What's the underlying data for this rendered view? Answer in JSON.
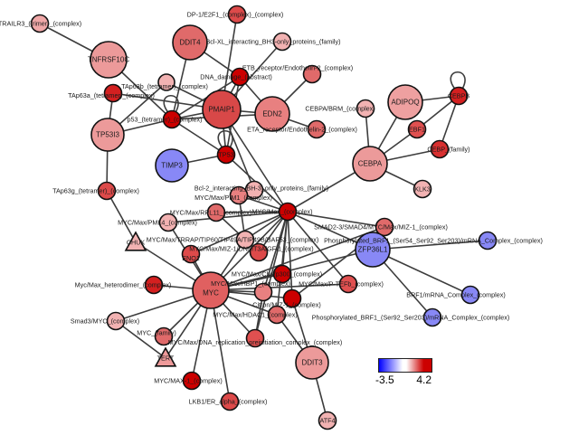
{
  "legend": {
    "min_label": "-3.5",
    "max_label": "4.2",
    "min_color": "#0000ff",
    "mid_color": "#ffffff",
    "max_color": "#cc0000"
  },
  "nodes": [
    {
      "id": "TRAILR3",
      "label": "TRAILR3_(trimer)_(complex)",
      "shape": "circle",
      "size": "small",
      "color": "#f0a8a8"
    },
    {
      "id": "TNFRSF10C",
      "label": "TNFRSF10C",
      "shape": "circle",
      "size": "large",
      "color": "#ec9a9a"
    },
    {
      "id": "DDIT4",
      "label": "DDIT4",
      "shape": "circle",
      "size": "large",
      "color": "#e06a6a"
    },
    {
      "id": "DP1E2F1",
      "label": "DP-1/E2F1_(complex)_(complex)",
      "shape": "circle",
      "size": "small",
      "color": "#dd4a4a"
    },
    {
      "id": "BclXL",
      "label": "Bcl-XL_interacting_BH3-only_proteins_(family)",
      "shape": "circle",
      "size": "small",
      "color": "#f2b2b2"
    },
    {
      "id": "TAp63b",
      "label": "TAp63b_(tetramer)_(complex)",
      "shape": "circle",
      "size": "small",
      "color": "#f2b2b2"
    },
    {
      "id": "DNAdamage",
      "label": "DNA_damage_(abstract)",
      "shape": "circle",
      "size": "small",
      "color": "#cc0000"
    },
    {
      "id": "ETB",
      "label": "ETB_receptor/Endothelin-2_(complex)",
      "shape": "circle",
      "size": "small",
      "color": "#e06a6a"
    },
    {
      "id": "TAp63a",
      "label": "TAp63a_(tetramer)_(complex)",
      "shape": "circle",
      "size": "small",
      "color": "#d42020"
    },
    {
      "id": "PMAIP1",
      "label": "PMAIP1",
      "shape": "circle",
      "size": "large",
      "color": "#d84848"
    },
    {
      "id": "EDN2",
      "label": "EDN2",
      "shape": "circle",
      "size": "large",
      "color": "#e88080"
    },
    {
      "id": "p53",
      "label": "p53_(tetramer)_(complex)",
      "shape": "circle",
      "size": "small",
      "color": "#cc0000"
    },
    {
      "id": "ETA",
      "label": "ETA_receptor/Endothelin-2_(complex)",
      "shape": "circle",
      "size": "small",
      "color": "#e06a6a"
    },
    {
      "id": "TP53I3",
      "label": "TP53I3",
      "shape": "circle",
      "size": "large",
      "color": "#ec9a9a"
    },
    {
      "id": "TIMP3",
      "label": "TIMP3",
      "shape": "circle",
      "size": "large",
      "color": "#8888f6"
    },
    {
      "id": "TP53",
      "label": "TP53",
      "shape": "circle",
      "size": "small",
      "color": "#cc0000"
    },
    {
      "id": "CEBPABRM",
      "label": "CEBPA/BRM_(complex)",
      "shape": "circle",
      "size": "small",
      "color": "#f2b2b2"
    },
    {
      "id": "ADIPOQ",
      "label": "ADIPOQ",
      "shape": "circle",
      "size": "large",
      "color": "#eea0a0"
    },
    {
      "id": "CEBPB",
      "label": "CEBPB",
      "shape": "circle",
      "size": "small",
      "color": "#d42020"
    },
    {
      "id": "EBF1",
      "label": "EBF1",
      "shape": "circle",
      "size": "small",
      "color": "#e05050"
    },
    {
      "id": "CEBP",
      "label": "CEBP_(family)",
      "shape": "circle",
      "size": "small",
      "color": "#d83030"
    },
    {
      "id": "CEBPA",
      "label": "CEBPA",
      "shape": "circle",
      "size": "large",
      "color": "#ec9a9a"
    },
    {
      "id": "KLK3",
      "label": "KLK3",
      "shape": "circle",
      "size": "small",
      "color": "#f2b2b2"
    },
    {
      "id": "Bcl2",
      "label": "Bcl-2_interacting_BH-3_only_proteins_(family)",
      "shape": "circle",
      "size": "small",
      "color": "#f2b2b2"
    },
    {
      "id": "TAp63g",
      "label": "TAp63g_(tetramer)_(complex)",
      "shape": "circle",
      "size": "small",
      "color": "#dd4a4a"
    },
    {
      "id": "MYCMaxPIM1",
      "label": "MYC/Max/PIM1_(complex)",
      "shape": "circle",
      "size": "small",
      "color": "#e88080"
    },
    {
      "id": "MYCMax",
      "label": "MYC/Max_(complex)",
      "shape": "circle",
      "size": "small",
      "color": "#cc0000"
    },
    {
      "id": "MYCMaxRPL11",
      "label": "MYC/Max/RPL11_(complex)",
      "shape": "circle",
      "size": "small",
      "color": "#e06a6a"
    },
    {
      "id": "MYCMaxPML4",
      "label": "MYC/Max/PML4_(complex)",
      "shape": "circle",
      "size": "small",
      "color": "#f2b2b2"
    },
    {
      "id": "SMAD",
      "label": "SMAD2-3/SMAD4/MYC/Max/MIZ-1_(complex)",
      "shape": "circle",
      "size": "small",
      "color": "#e06a6a"
    },
    {
      "id": "CHUK",
      "label": "CHUK",
      "shape": "triangle",
      "size": "small",
      "color": "#f2b2b2"
    },
    {
      "id": "MYCMaxTRRAP",
      "label": "MYC/Max/TRRAP/TIP60/TIP49A/TIP49B/BAF53_(complex)",
      "shape": "circle",
      "size": "small",
      "color": "#f2b2b2"
    },
    {
      "id": "ZFP36L1",
      "label": "ZFP36L1",
      "shape": "circle",
      "size": "large",
      "color": "#8888f6"
    },
    {
      "id": "PhosBRF1a",
      "label": "Phosphorylated_BRF1_(Ser54_Ser92_Ser203)/mRNA_Complex_(complex)",
      "shape": "circle",
      "size": "small",
      "color": "#8888f6"
    },
    {
      "id": "ENO1",
      "label": "ENO1",
      "shape": "circle",
      "size": "small",
      "color": "#dd4a4a"
    },
    {
      "id": "MYCMaxMIZ",
      "label": "MYC/Max/MIZ-1/DNMT3A/GFI1_(complex)",
      "shape": "circle",
      "size": "small",
      "color": "#dd4a4a"
    },
    {
      "id": "MycMaxHetero",
      "label": "Myc/Max_heterodimer_(complex)",
      "shape": "circle",
      "size": "small",
      "color": "#d42020"
    },
    {
      "id": "MYCMaxCbp",
      "label": "MYC/Max/Cbp/p300_(complex)",
      "shape": "circle",
      "size": "small",
      "color": "#cc0000"
    },
    {
      "id": "MYCMaxPTEFB",
      "label": "MYC/Max/P-TEFb_(complex)",
      "shape": "circle",
      "size": "small",
      "color": "#e05050"
    },
    {
      "id": "MYC",
      "label": "MYC",
      "shape": "circle",
      "size": "xlarge",
      "color": "#e06060"
    },
    {
      "id": "MYCMaxHBP1",
      "label": "MYC/Max/HBP1_(complex)",
      "shape": "circle",
      "size": "small",
      "color": "#e88080"
    },
    {
      "id": "CitronMIZ1",
      "label": "Citron/MIZ-1_(complex)",
      "shape": "circle",
      "size": "small",
      "color": "#cc0000"
    },
    {
      "id": "BRF1mRNA",
      "label": "BRF1/mRNA_Complex_(complex)",
      "shape": "circle",
      "size": "small",
      "color": "#8888f6"
    },
    {
      "id": "MYCMaxHDAC1",
      "label": "MYC/Max/HDAC1_(complex)",
      "shape": "circle",
      "size": "small",
      "color": "#e06a6a"
    },
    {
      "id": "PhosBRF1b",
      "label": "Phosphorylated_BRF1_(Ser92_Ser203)/mRNA_Complex_(complex)",
      "shape": "circle",
      "size": "small",
      "color": "#8888f6"
    },
    {
      "id": "Smad3MYC",
      "label": "Smad3/MYC_(complex)",
      "shape": "circle",
      "size": "small",
      "color": "#f2b2b2"
    },
    {
      "id": "MYCfamily",
      "label": "MYC_(family)",
      "shape": "circle",
      "size": "small",
      "color": "#e06a6a"
    },
    {
      "id": "MYCMaxDNA",
      "label": "MYC/Max/DNA_replication_preinitiation_complex_(complex)",
      "shape": "circle",
      "size": "small",
      "color": "#e05050"
    },
    {
      "id": "DDIT3",
      "label": "DDIT3",
      "shape": "circle",
      "size": "large",
      "color": "#ec9a9a"
    },
    {
      "id": "TERT",
      "label": "TERT",
      "shape": "triangle",
      "size": "small",
      "color": "#ee9a9a"
    },
    {
      "id": "MYCMAX1",
      "label": "MYC/MAX-1_(complex)",
      "shape": "circle",
      "size": "small",
      "color": "#cc0000"
    },
    {
      "id": "LKB1ER",
      "label": "LKB1/ER_alpha_(complex)",
      "shape": "circle",
      "size": "small",
      "color": "#dd4a4a"
    },
    {
      "id": "ATF4",
      "label": "ATF4",
      "shape": "circle",
      "size": "small",
      "color": "#f2b2b2"
    }
  ],
  "edges": [
    [
      "TRAILR3",
      "TNFRSF10C"
    ],
    [
      "TNFRSF10C",
      "p53"
    ],
    [
      "DDIT4",
      "p53"
    ],
    [
      "DDIT4",
      "DNAdamage"
    ],
    [
      "DP1E2F1",
      "PMAIP1"
    ],
    [
      "BclXL",
      "PMAIP1"
    ],
    [
      "TAp63b",
      "TP53I3"
    ],
    [
      "TAp63b",
      "PMAIP1"
    ],
    [
      "DNAdamage",
      "PMAIP1"
    ],
    [
      "DNAdamage",
      "p53"
    ],
    [
      "DNAdamage",
      "TP53"
    ],
    [
      "DNAdamage",
      "EDN2"
    ],
    [
      "ETB",
      "EDN2"
    ],
    [
      "ETA",
      "EDN2"
    ],
    [
      "TAp63a",
      "TP53I3"
    ],
    [
      "TAp63a",
      "PMAIP1"
    ],
    [
      "PMAIP1",
      "p53"
    ],
    [
      "PMAIP1",
      "TP53"
    ],
    [
      "PMAIP1",
      "EDN2"
    ],
    [
      "PMAIP1",
      "MYCMax"
    ],
    [
      "PMAIP1",
      "Bcl2"
    ],
    [
      "p53",
      "TP53I3"
    ],
    [
      "p53",
      "TP53"
    ],
    [
      "p53",
      "EDN2"
    ],
    [
      "TIMP3",
      "TP53"
    ],
    [
      "TP53",
      "MYCMax"
    ],
    [
      "CEBPABRM",
      "CEBPA"
    ],
    [
      "ADIPOQ",
      "CEBPA"
    ],
    [
      "ADIPOQ",
      "CEBPB"
    ],
    [
      "CEBPB",
      "EBF1"
    ],
    [
      "CEBPB",
      "CEBP"
    ],
    [
      "EBF1",
      "CEBPA"
    ],
    [
      "CEBP",
      "CEBPA"
    ],
    [
      "CEBPA",
      "KLK3"
    ],
    [
      "CEBPA",
      "MYCMax"
    ],
    [
      "TP53I3",
      "TAp63g"
    ],
    [
      "TAp63g",
      "CHUK"
    ],
    [
      "CHUK",
      "MYC"
    ],
    [
      "MYCMax",
      "MYCMaxPIM1"
    ],
    [
      "MYCMax",
      "MYCMaxRPL11"
    ],
    [
      "MYCMax",
      "MYCMaxPML4"
    ],
    [
      "MYCMax",
      "MYCMaxTRRAP"
    ],
    [
      "MYCMax",
      "ENO1"
    ],
    [
      "MYCMax",
      "MYCMaxMIZ"
    ],
    [
      "MYCMax",
      "MYCMaxCbp"
    ],
    [
      "MYCMax",
      "MYCMaxHBP1"
    ],
    [
      "MYCMax",
      "CitronMIZ1"
    ],
    [
      "MYCMax",
      "MYCMaxHDAC1"
    ],
    [
      "MYCMax",
      "MYCMaxDNA"
    ],
    [
      "MYCMax",
      "MYCMaxPTEFB"
    ],
    [
      "MYCMax",
      "ZFP36L1"
    ],
    [
      "MYCMax",
      "MYC"
    ],
    [
      "MYCMax",
      "SMAD"
    ],
    [
      "SMAD",
      "MYC"
    ],
    [
      "SMAD",
      "CitronMIZ1"
    ],
    [
      "ZFP36L1",
      "PhosBRF1a"
    ],
    [
      "ZFP36L1",
      "BRF1mRNA"
    ],
    [
      "ZFP36L1",
      "PhosBRF1b"
    ],
    [
      "ZFP36L1",
      "MYC"
    ],
    [
      "MYC",
      "ENO1"
    ],
    [
      "MYC",
      "MycMaxHetero"
    ],
    [
      "MYC",
      "MYCMaxHBP1"
    ],
    [
      "MYC",
      "MYCMaxHDAC1"
    ],
    [
      "MYC",
      "Smad3MYC"
    ],
    [
      "MYC",
      "MYCfamily"
    ],
    [
      "MYC",
      "TERT"
    ],
    [
      "MYC",
      "MYCMAX1"
    ],
    [
      "MYC",
      "LKB1ER"
    ],
    [
      "MYC",
      "MYCMaxDNA"
    ],
    [
      "MYC",
      "MYCMaxPTEFB"
    ],
    [
      "MYC",
      "MYCMaxPML4"
    ],
    [
      "MYC",
      "MYCMaxTRRAP"
    ],
    [
      "MYC",
      "CitronMIZ1"
    ],
    [
      "MYC",
      "MYCMaxCbp"
    ],
    [
      "MYCMaxHBP1",
      "MYCMaxDNA"
    ],
    [
      "Smad3MYC",
      "TERT"
    ],
    [
      "MYCMaxHDAC1",
      "DDIT3"
    ],
    [
      "CitronMIZ1",
      "DDIT3"
    ],
    [
      "DDIT3",
      "ATF4"
    ],
    [
      "MYCMaxPIM1",
      "MYCMaxTRRAP"
    ],
    [
      "MYCMaxRPL11",
      "MYCMaxTRRAP"
    ]
  ],
  "self_loops": [
    "p53",
    "TP53",
    "CEBPB"
  ]
}
